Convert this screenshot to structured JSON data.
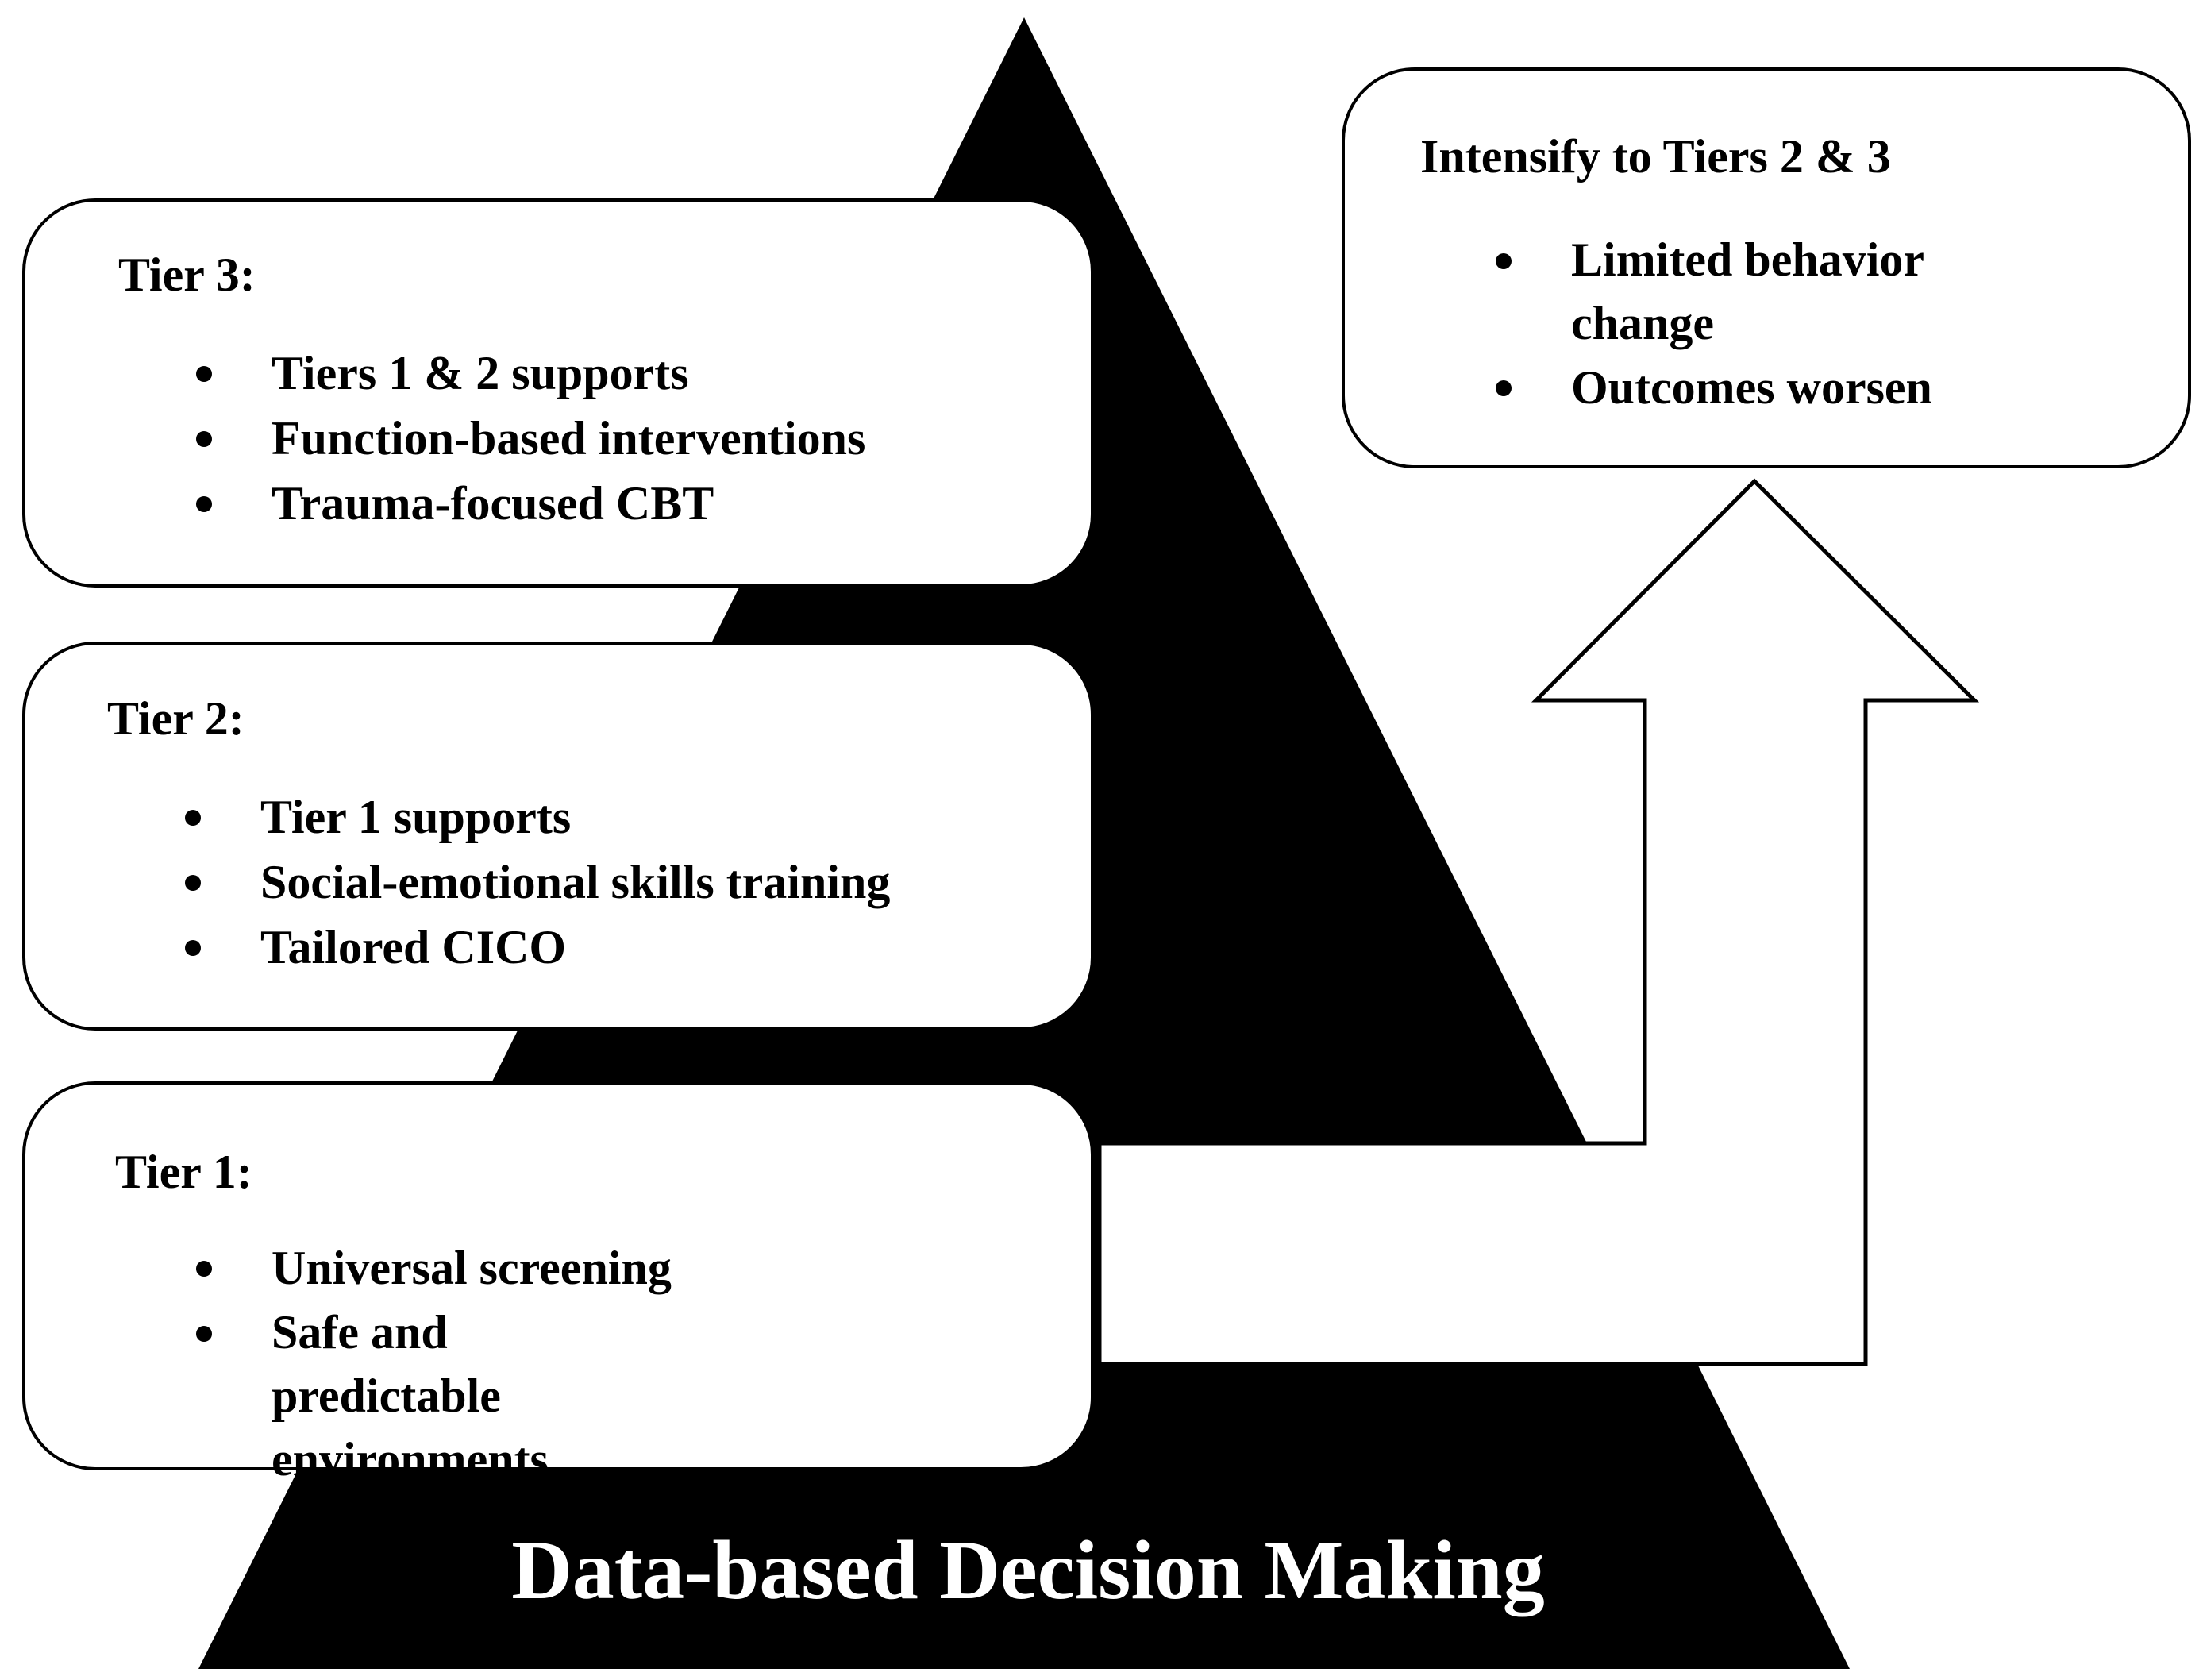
{
  "colors": {
    "pyramid": "#000000",
    "box_fill": "#ffffff",
    "box_border": "#000000",
    "text": "#000000",
    "base_label": "#ffffff"
  },
  "tiers": {
    "tier3": {
      "title": "Tier 3:",
      "items": [
        "Tiers 1 & 2 supports",
        "Function-based interventions",
        "Trauma-focused CBT"
      ]
    },
    "tier2": {
      "title": "Tier 2:",
      "items": [
        "Tier 1 supports",
        "Social-emotional skills training",
        "Tailored CICO"
      ]
    },
    "tier1": {
      "title": "Tier 1:",
      "items": [
        "Universal screening",
        "Safe and predictable environments"
      ]
    }
  },
  "intensify": {
    "title": "Intensify to Tiers 2 & 3",
    "items": [
      "Limited behavior change",
      "Outcomes worsen"
    ]
  },
  "base_label": "Data-based Decision Making"
}
